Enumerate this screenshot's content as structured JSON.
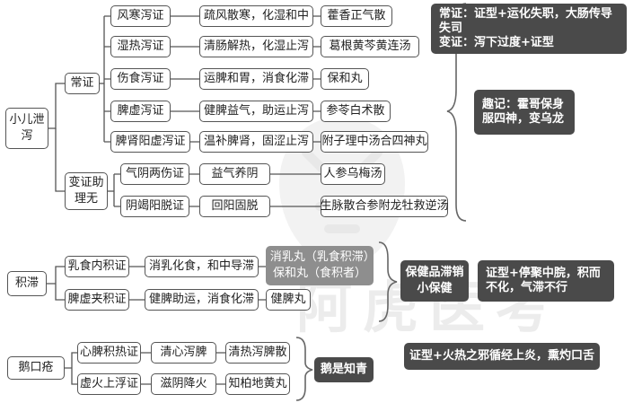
{
  "watermark": {
    "text": "阿虎医考"
  },
  "section1": {
    "root": "小儿泄泻",
    "branch_normal": "常证",
    "branch_variant": "变证助理无",
    "rows": [
      {
        "syndrome": "风寒泻证",
        "method": "疏风散寒，化湿和中",
        "formula": "藿香正气散"
      },
      {
        "syndrome": "湿热泻证",
        "method": "清肠解热，化湿止泻",
        "formula": "葛根黄芩黄连汤"
      },
      {
        "syndrome": "伤食泻证",
        "method": "运脾和胃，消食化滞",
        "formula": "保和丸"
      },
      {
        "syndrome": "脾虚泻证",
        "method": "健脾益气，助运止泻",
        "formula": "参苓白术散"
      },
      {
        "syndrome": "脾肾阳虚泻证",
        "method": "温补脾肾，固涩止泻",
        "formula": "附子理中汤合四神丸"
      }
    ],
    "variant_rows": [
      {
        "syndrome": "气阴两伤证",
        "method": "益气养阴",
        "formula": "人参乌梅汤"
      },
      {
        "syndrome": "阴竭阳脱证",
        "method": "回阳固脱",
        "formula": "生脉散合参附龙牡救逆汤"
      }
    ],
    "note_top": {
      "line1": "常证：证型+运化失职，大肠传导失司",
      "line2": "变证：泻下过度+证型"
    },
    "mnemonic": "趣记：霍哥保身服四神，变乌龙"
  },
  "section2": {
    "root": "积滞",
    "rows": [
      {
        "syndrome": "乳食内积证",
        "method": "消乳化食，和中导滞",
        "formula": "消乳丸（乳食积滞）保和丸（食积者）"
      },
      {
        "syndrome": "脾虚夹积证",
        "method": "健脾助运，消食化滞",
        "formula": "健脾丸"
      }
    ],
    "mnemonic": "保健品滞销小保健",
    "note": "证型+停聚中脘，积而不化，气滞不行"
  },
  "section3": {
    "root": "鹅口疮",
    "rows": [
      {
        "syndrome": "心脾积热证",
        "method": "清心泻脾",
        "formula": "清热泻脾散"
      },
      {
        "syndrome": "虚火上浮证",
        "method": "滋阴降火",
        "formula": "知柏地黄丸"
      }
    ],
    "mnemonic": "鹅是知青",
    "note": "证型+火热之邪循经上炎，熏灼口舌"
  }
}
